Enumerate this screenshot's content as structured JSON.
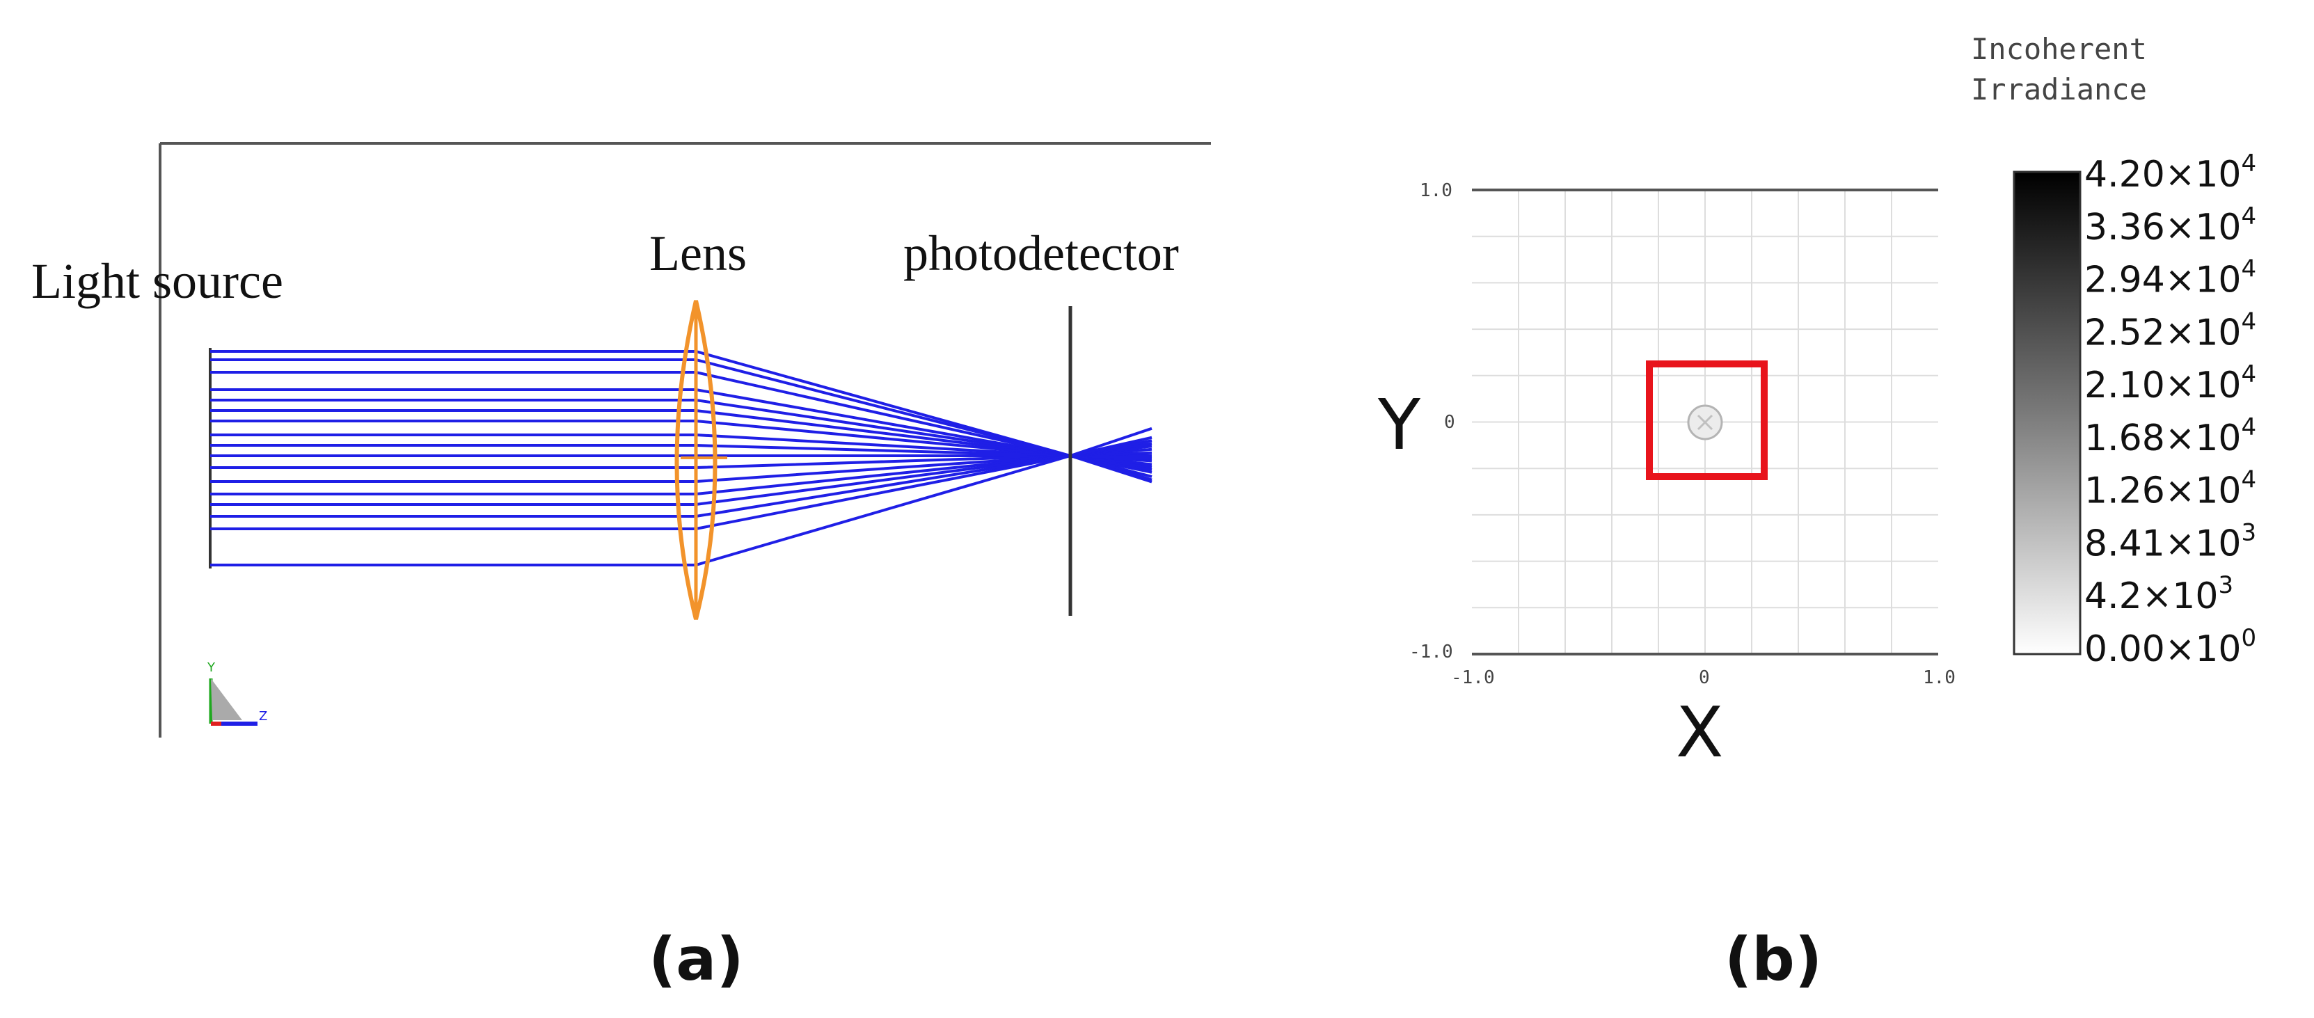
{
  "panel_a": {
    "light_source_label": "Light source",
    "lens_label": "Lens",
    "photodetector_label": "photodetector",
    "axis_triad": {
      "y_label": "Y",
      "z_label": "Z"
    },
    "caption": "(a)",
    "colors": {
      "rays": "#1f1fe6",
      "lens": "#f2932b",
      "frame": "#555555"
    }
  },
  "panel_b": {
    "caption": "(b)",
    "axis_x_label": "X",
    "axis_y_label": "Y",
    "x_ticks": [
      "-1.0",
      "0",
      "1.0"
    ],
    "y_ticks": [
      "1.0",
      "0",
      "-1.0"
    ],
    "colorbar_title_line1": "Incoherent",
    "colorbar_title_line2": "Irradiance",
    "colorbar_ticks": [
      {
        "mantissa": "4.20×10",
        "exp": "4"
      },
      {
        "mantissa": "3.36×10",
        "exp": "4"
      },
      {
        "mantissa": "2.94×10",
        "exp": "4"
      },
      {
        "mantissa": "2.52×10",
        "exp": "4"
      },
      {
        "mantissa": "2.10×10",
        "exp": "4"
      },
      {
        "mantissa": "1.68×10",
        "exp": "4"
      },
      {
        "mantissa": "1.26×10",
        "exp": "4"
      },
      {
        "mantissa": "8.41×10",
        "exp": "3"
      },
      {
        "mantissa": "4.2×10",
        "exp": "3"
      },
      {
        "mantissa": "0.00×10",
        "exp": "0"
      }
    ],
    "colors": {
      "highlight_box": "#e8141c",
      "grid": "#dddddd",
      "spot": "#b4b4b4"
    }
  }
}
